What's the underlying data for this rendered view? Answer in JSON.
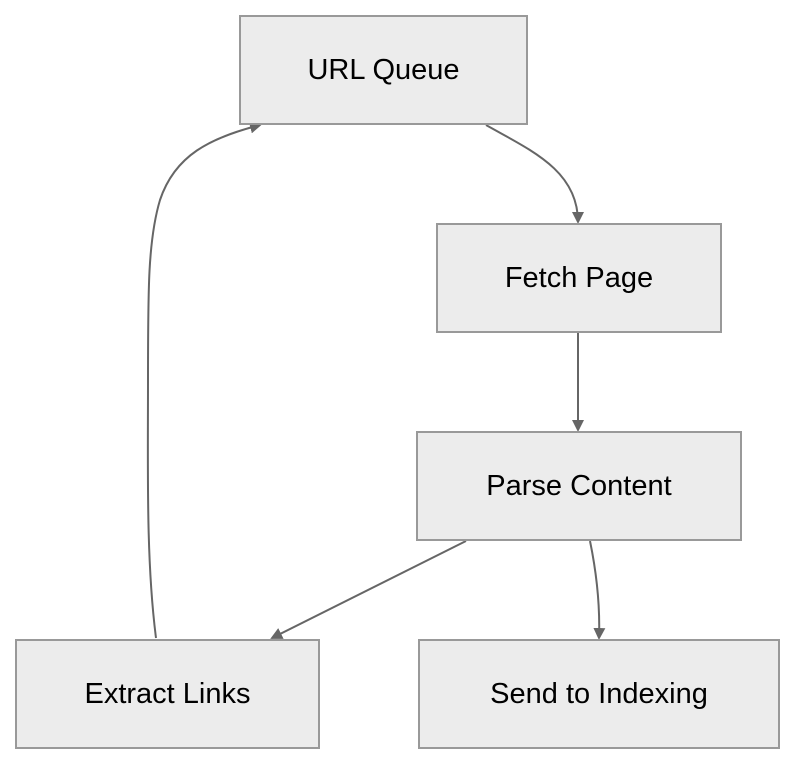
{
  "diagram": {
    "type": "flowchart",
    "nodes": {
      "url_queue": "URL Queue",
      "fetch_page": "Fetch Page",
      "parse_content": "Parse Content",
      "extract_links": "Extract Links",
      "send_to_indexing": "Send to Indexing"
    },
    "edges": [
      {
        "from": "url_queue",
        "to": "fetch_page"
      },
      {
        "from": "fetch_page",
        "to": "parse_content"
      },
      {
        "from": "parse_content",
        "to": "extract_links"
      },
      {
        "from": "parse_content",
        "to": "send_to_indexing"
      },
      {
        "from": "extract_links",
        "to": "url_queue"
      }
    ],
    "colors": {
      "node_fill": "#ececec",
      "node_border": "#999999",
      "edge": "#666666",
      "text": "#000000"
    }
  }
}
